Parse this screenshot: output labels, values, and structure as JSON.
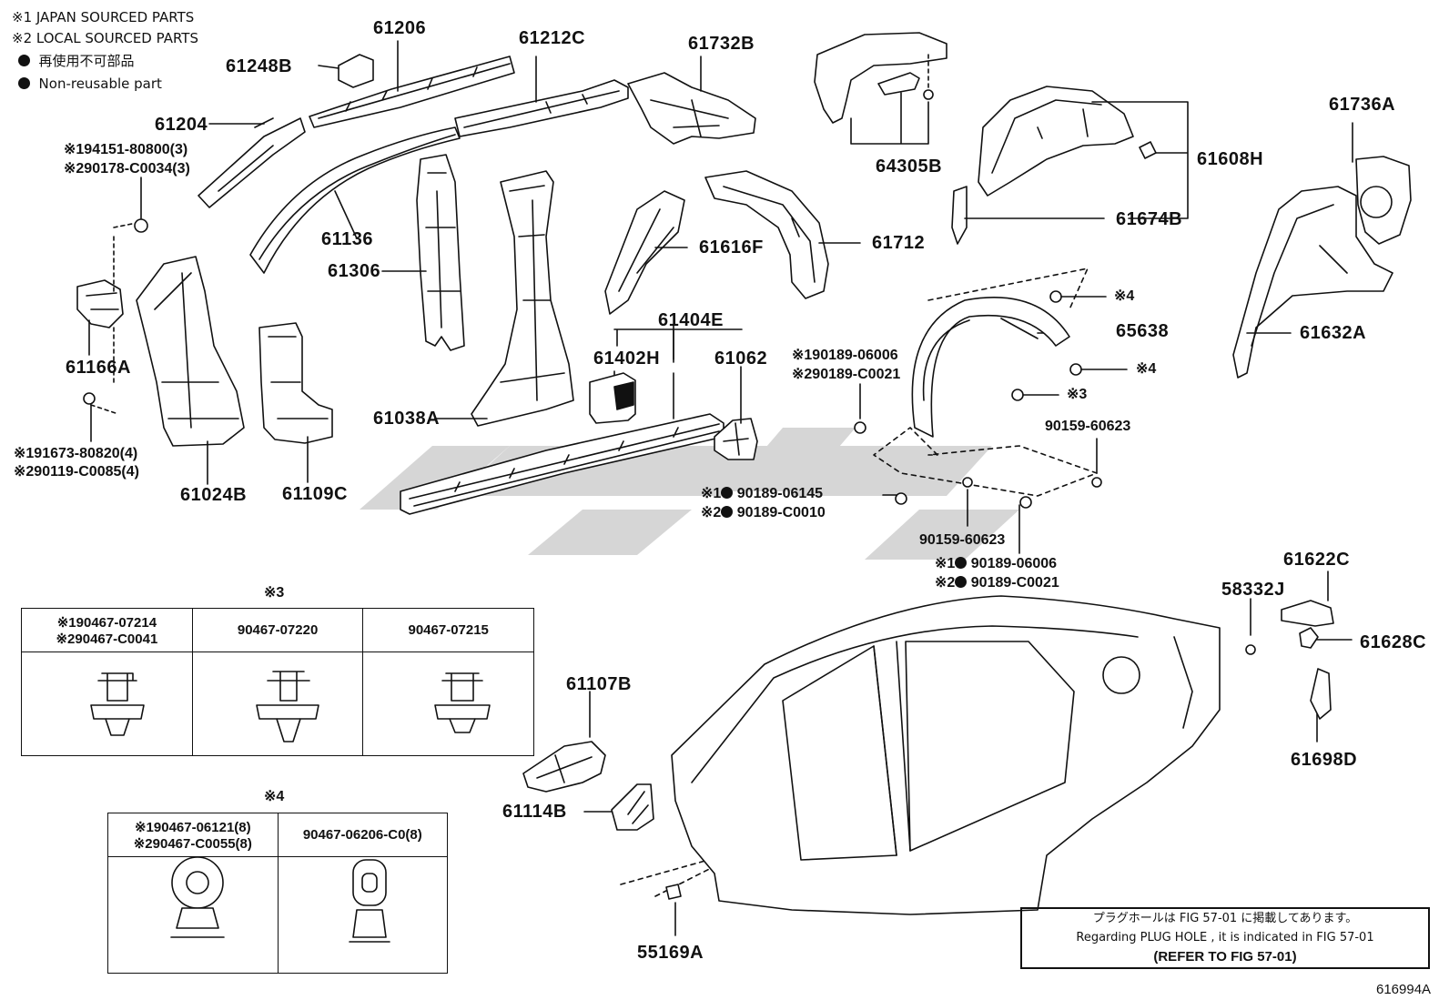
{
  "legend": {
    "note1": "※1 JAPAN SOURCED PARTS",
    "note2": "※2 LOCAL SOURCED PARTS",
    "nonreusable_jp": "再使用不可部品",
    "nonreusable_en": "Non-reusable part"
  },
  "parts": {
    "p61206": "61206",
    "p61212C": "61212C",
    "p61732B": "61732B",
    "p61248B": "61248B",
    "p61204": "61204",
    "p94151": "※194151-80800(3)",
    "p90178": "※290178-C0034(3)",
    "p61136": "61136",
    "p61306": "61306",
    "p61166A": "61166A",
    "p91673": "※191673-80820(4)",
    "p90119": "※290119-C0085(4)",
    "p61024B": "61024B",
    "p61109C": "61109C",
    "p61038A": "61038A",
    "p61616F": "61616F",
    "p61712": "61712",
    "p64305B": "64305B",
    "p61608H": "61608H",
    "p61674B": "61674B",
    "p61736A": "61736A",
    "p61632A": "61632A",
    "p61404E": "61404E",
    "p61402H": "61402H",
    "p61062": "61062",
    "p65638": "65638",
    "mark4a": "※4",
    "mark4b": "※4",
    "mark3": "※3",
    "p90189a1": "※190189-06006",
    "p90189a2": "※290189-C0021",
    "p90159a": "90159-60623",
    "p90189b1": "90189-06145",
    "p90189b2": "90189-C0010",
    "p90189b1_pre": "※1",
    "p90189b2_pre": "※2",
    "p90159b": "90159-60623",
    "p90189c1": "90189-06006",
    "p90189c2": "90189-C0021",
    "p90189c1_pre": "※1",
    "p90189c2_pre": "※2",
    "p58332J": "58332J",
    "p61622C": "61622C",
    "p61628C": "61628C",
    "p61698D": "61698D",
    "p61107B": "61107B",
    "p61114B": "61114B",
    "p55169A": "55169A"
  },
  "table3": {
    "title": "※3",
    "col1a": "※190467-07214",
    "col1b": "※290467-C0041",
    "col2": "90467-07220",
    "col3": "90467-07215"
  },
  "table4": {
    "title": "※4",
    "col1a": "※190467-06121(8)",
    "col1b": "※290467-C0055(8)",
    "col2": "90467-06206-C0(8)"
  },
  "note": {
    "jp": "プラグホールは FIG 57-01 に掲載してあります。",
    "en": "Regarding PLUG HOLE , it is indicated in FIG 57-01",
    "ref": "(REFER TO FIG 57-01)"
  },
  "figure_id": "616994A"
}
